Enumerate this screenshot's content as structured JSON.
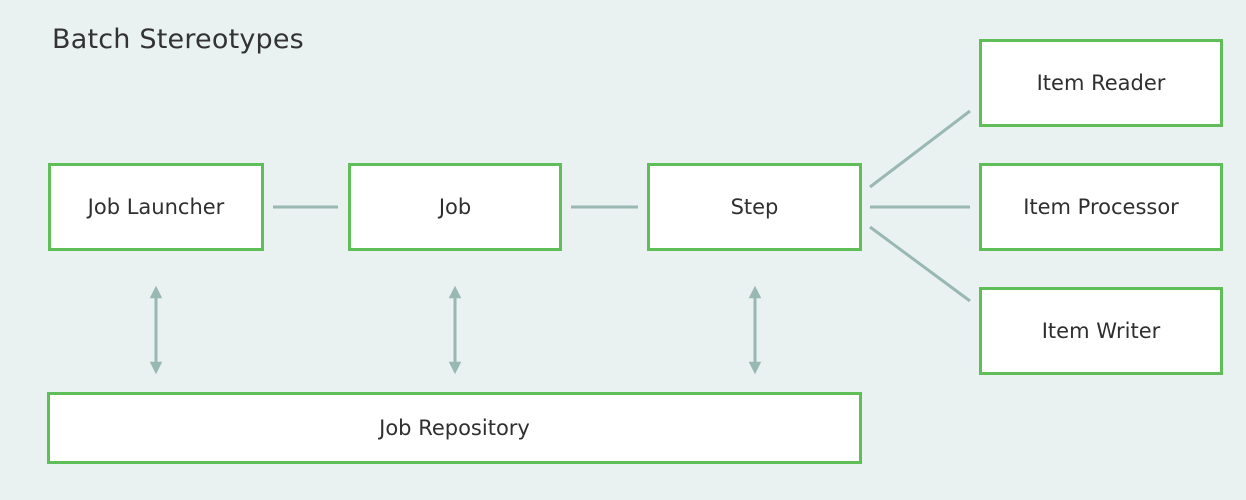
{
  "title": "Batch Stereotypes",
  "colors": {
    "background": "#e9f1f1",
    "box_border": "#5fbe57",
    "box_fill": "#ffffff",
    "connector": "#9ab8b2"
  },
  "nodes": {
    "job_launcher": "Job Launcher",
    "job": "Job",
    "step": "Step",
    "item_reader": "Item Reader",
    "item_processor": "Item Processor",
    "item_writer": "Item Writer",
    "job_repository": "Job Repository"
  },
  "edges": [
    {
      "from": "Job Launcher",
      "to": "Job",
      "type": "line"
    },
    {
      "from": "Job",
      "to": "Step",
      "type": "line"
    },
    {
      "from": "Step",
      "to": "Item Reader",
      "type": "line"
    },
    {
      "from": "Step",
      "to": "Item Processor",
      "type": "line"
    },
    {
      "from": "Step",
      "to": "Item Writer",
      "type": "line"
    },
    {
      "from": "Job Launcher",
      "to": "Job Repository",
      "type": "bidirectional-arrow"
    },
    {
      "from": "Job",
      "to": "Job Repository",
      "type": "bidirectional-arrow"
    },
    {
      "from": "Step",
      "to": "Job Repository",
      "type": "bidirectional-arrow"
    }
  ]
}
